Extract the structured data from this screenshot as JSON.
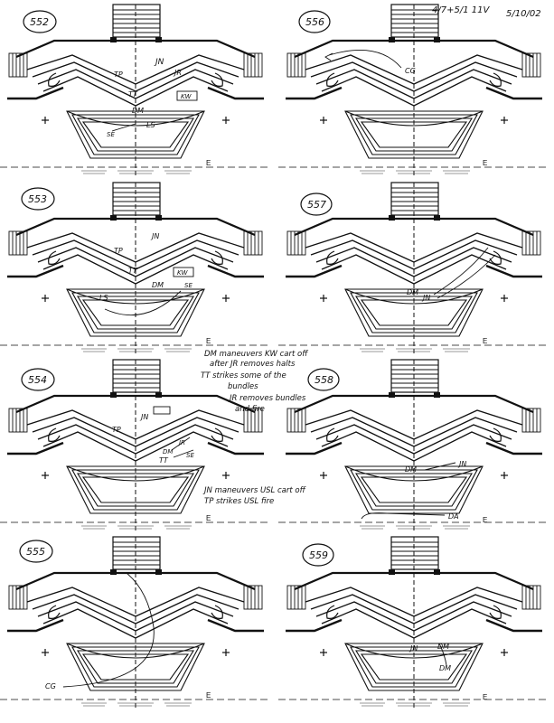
{
  "header": {
    "ref": "4/7+5/1 11V",
    "date": "5/10/02"
  },
  "panels": [
    {
      "cue": "552",
      "labels": [
        {
          "text": "JN"
        },
        {
          "text": "TP"
        },
        {
          "text": "JR"
        },
        {
          "text": "TT"
        },
        {
          "text": "KW"
        },
        {
          "text": "DM"
        },
        {
          "text": "LS"
        },
        {
          "text": "SE"
        },
        {
          "text": "E"
        }
      ]
    },
    {
      "cue": "556",
      "labels": [
        {
          "text": "CG"
        },
        {
          "text": "E"
        }
      ]
    },
    {
      "cue": "553",
      "labels": [
        {
          "text": "JN"
        },
        {
          "text": "TP"
        },
        {
          "text": "TT"
        },
        {
          "text": "KW"
        },
        {
          "text": "DM"
        },
        {
          "text": "SE"
        },
        {
          "text": "LS"
        },
        {
          "text": "E"
        }
      ]
    },
    {
      "cue": "557",
      "labels": [
        {
          "text": "DM"
        },
        {
          "text": "JN"
        },
        {
          "text": "E"
        }
      ]
    },
    {
      "cue": "554",
      "labels": [
        {
          "text": "JN"
        },
        {
          "text": "TP"
        },
        {
          "text": "TT"
        },
        {
          "text": "DM"
        },
        {
          "text": "JR"
        },
        {
          "text": "SE"
        },
        {
          "text": "E"
        }
      ]
    },
    {
      "cue": "558",
      "labels": [
        {
          "text": "DM"
        },
        {
          "text": "JN"
        },
        {
          "text": "DA"
        },
        {
          "text": "E"
        }
      ]
    },
    {
      "cue": "555",
      "labels": [
        {
          "text": "CG"
        },
        {
          "text": "E"
        }
      ]
    },
    {
      "cue": "559",
      "labels": [
        {
          "text": "JN"
        },
        {
          "text": "DM"
        },
        {
          "text": "DM"
        },
        {
          "text": "E"
        }
      ]
    }
  ],
  "notes": {
    "note1": [
      "DM maneuvers KW cart off",
      "after JR removes halts",
      "TT strikes some of the",
      "bundles",
      "JR removes bundles",
      "and fire"
    ],
    "note2": [
      "JN maneuvers USL cart off",
      "TP strikes USL fire"
    ]
  },
  "colors": {
    "ink": "#111111",
    "paper": "#ffffff"
  }
}
